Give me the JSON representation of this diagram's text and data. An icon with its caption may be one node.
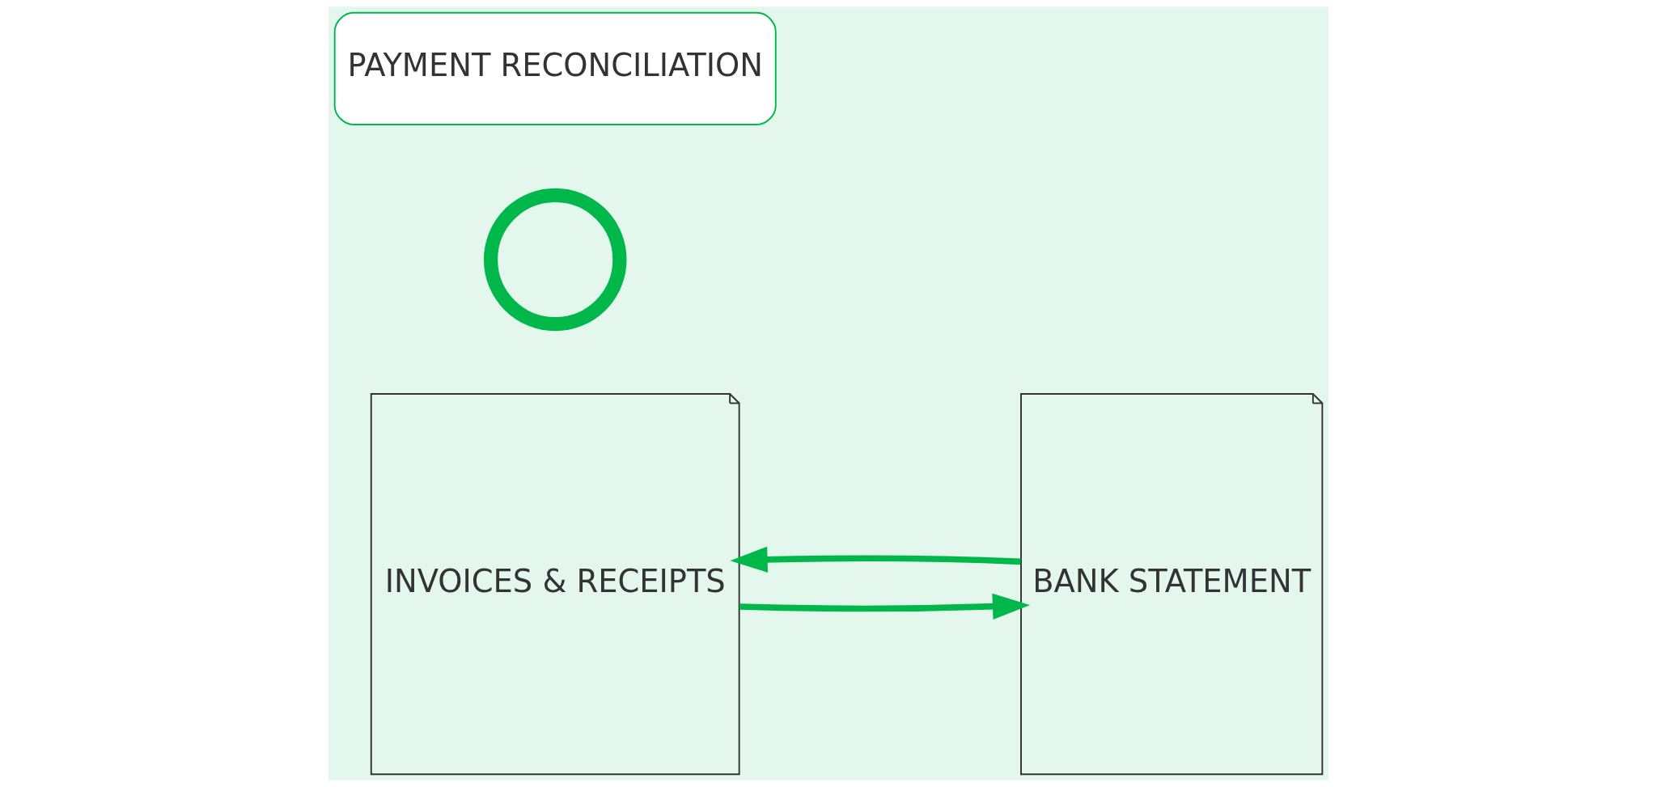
{
  "diagram": {
    "nodes": [
      {
        "text": [
          "INVOICES & RECEIPTS"
        ]
      },
      {
        "text": [],
        "shape": "picture"
      },
      {
        "text": [
          "PAYMENT RECONCILIATION"
        ]
      },
      {
        "text": [
          "BANK STATEMENT"
        ]
      }
    ],
    "edges": [
      {
        "from": 0,
        "to": 3,
        "arrow": "to"
      },
      {
        "from": 3,
        "to": 0,
        "arrow": "to"
      }
    ]
  }
}
